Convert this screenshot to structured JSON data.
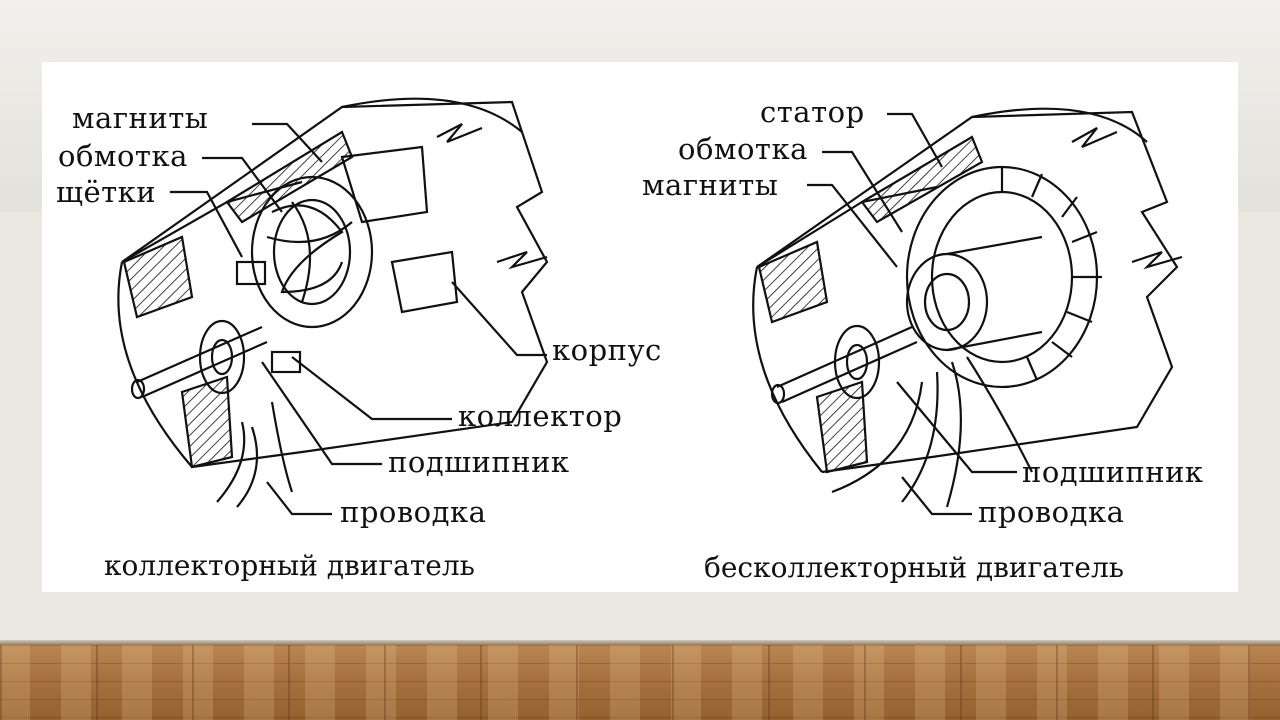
{
  "slide": {
    "left_diagram": {
      "labels": {
        "magnets": "магниты",
        "winding": "обмотка",
        "brushes": "щётки",
        "housing": "корпус",
        "collector": "коллектор",
        "bearing": "подшипник",
        "wiring": "проводка"
      },
      "caption": "коллекторный двигатель"
    },
    "right_diagram": {
      "labels": {
        "stator": "статор",
        "winding": "обмотка",
        "magnets": "магниты",
        "bearing": "подшипник",
        "wiring": "проводка"
      },
      "caption": "бесколлекторный двигатель"
    }
  }
}
